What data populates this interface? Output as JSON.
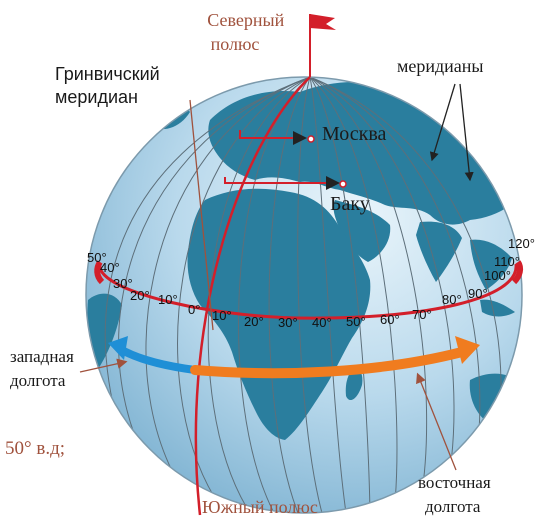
{
  "labels": {
    "north_pole": [
      "Северный",
      "полюс"
    ],
    "south_pole": "Южный полюс",
    "greenwich": [
      "Гринвичский",
      "меридиан"
    ],
    "meridians": "меридианы",
    "moscow": "Москва",
    "baku": "Баку",
    "west_longitude": [
      "западная",
      "долгота"
    ],
    "east_longitude": [
      "восточная",
      "долгота"
    ],
    "baku_coordinate": "50° в.д;"
  },
  "west_ticks": [
    "50°",
    "40°",
    "30°",
    "20°",
    "10°",
    "0°"
  ],
  "east_ticks": [
    "10°",
    "20°",
    "30°",
    "40°",
    "50°",
    "60°",
    "70°",
    "80°",
    "90°",
    "100°",
    "110°",
    "120°"
  ],
  "colors": {
    "ocean": "#b9d9ec",
    "land": "#2a7e9e",
    "grid": "#5d6f7a",
    "red": "#d31f2a",
    "orange": "#f07c1f",
    "blue": "#1f8fd6",
    "label_brown": "#a0523d"
  }
}
